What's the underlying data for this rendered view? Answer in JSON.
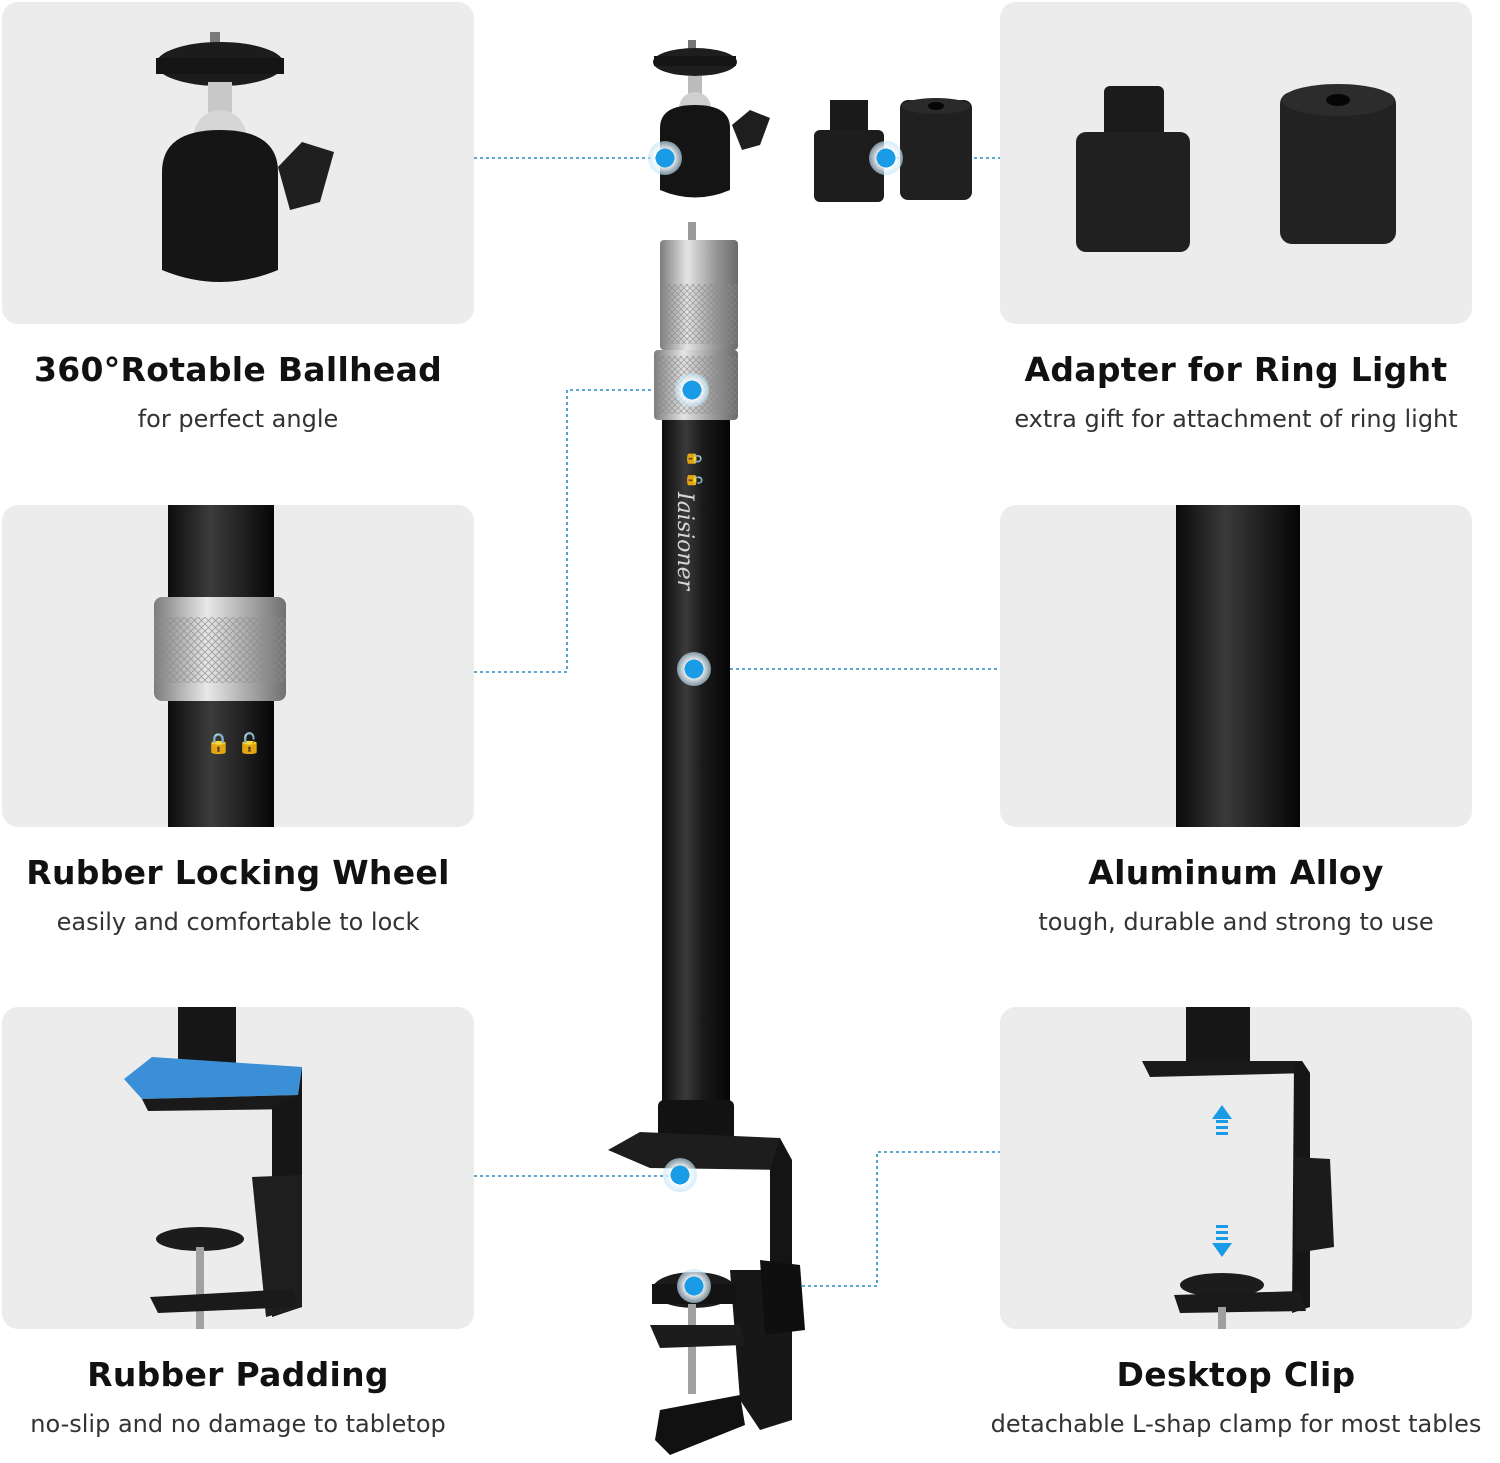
{
  "features": {
    "ballhead": {
      "title": "360°Rotable Ballhead",
      "subtitle": "for perfect angle"
    },
    "adapter": {
      "title": "Adapter for Ring Light",
      "subtitle": "extra gift for attachment of ring light"
    },
    "locking_wheel": {
      "title": "Rubber Locking Wheel",
      "subtitle": "easily and comfortable to lock"
    },
    "alloy": {
      "title": "Aluminum Alloy",
      "subtitle": "tough, durable and strong to use"
    },
    "padding": {
      "title": "Rubber Padding",
      "subtitle": "no-slip and no damage to tabletop"
    },
    "clip": {
      "title": "Desktop Clip",
      "subtitle": "detachable L-shap clamp for most tables"
    }
  },
  "colors": {
    "panel_bg": "#ececec",
    "accent_dot": "#1a9be6",
    "rubber_pad": "#3a8fd6",
    "metal_black": "#1b1b1b",
    "silver": "#b9b9b9"
  },
  "icons": {
    "callout": "blue-dot-marker",
    "arrow_up": "up-arrow-icon",
    "arrow_down": "down-arrow-icon"
  }
}
